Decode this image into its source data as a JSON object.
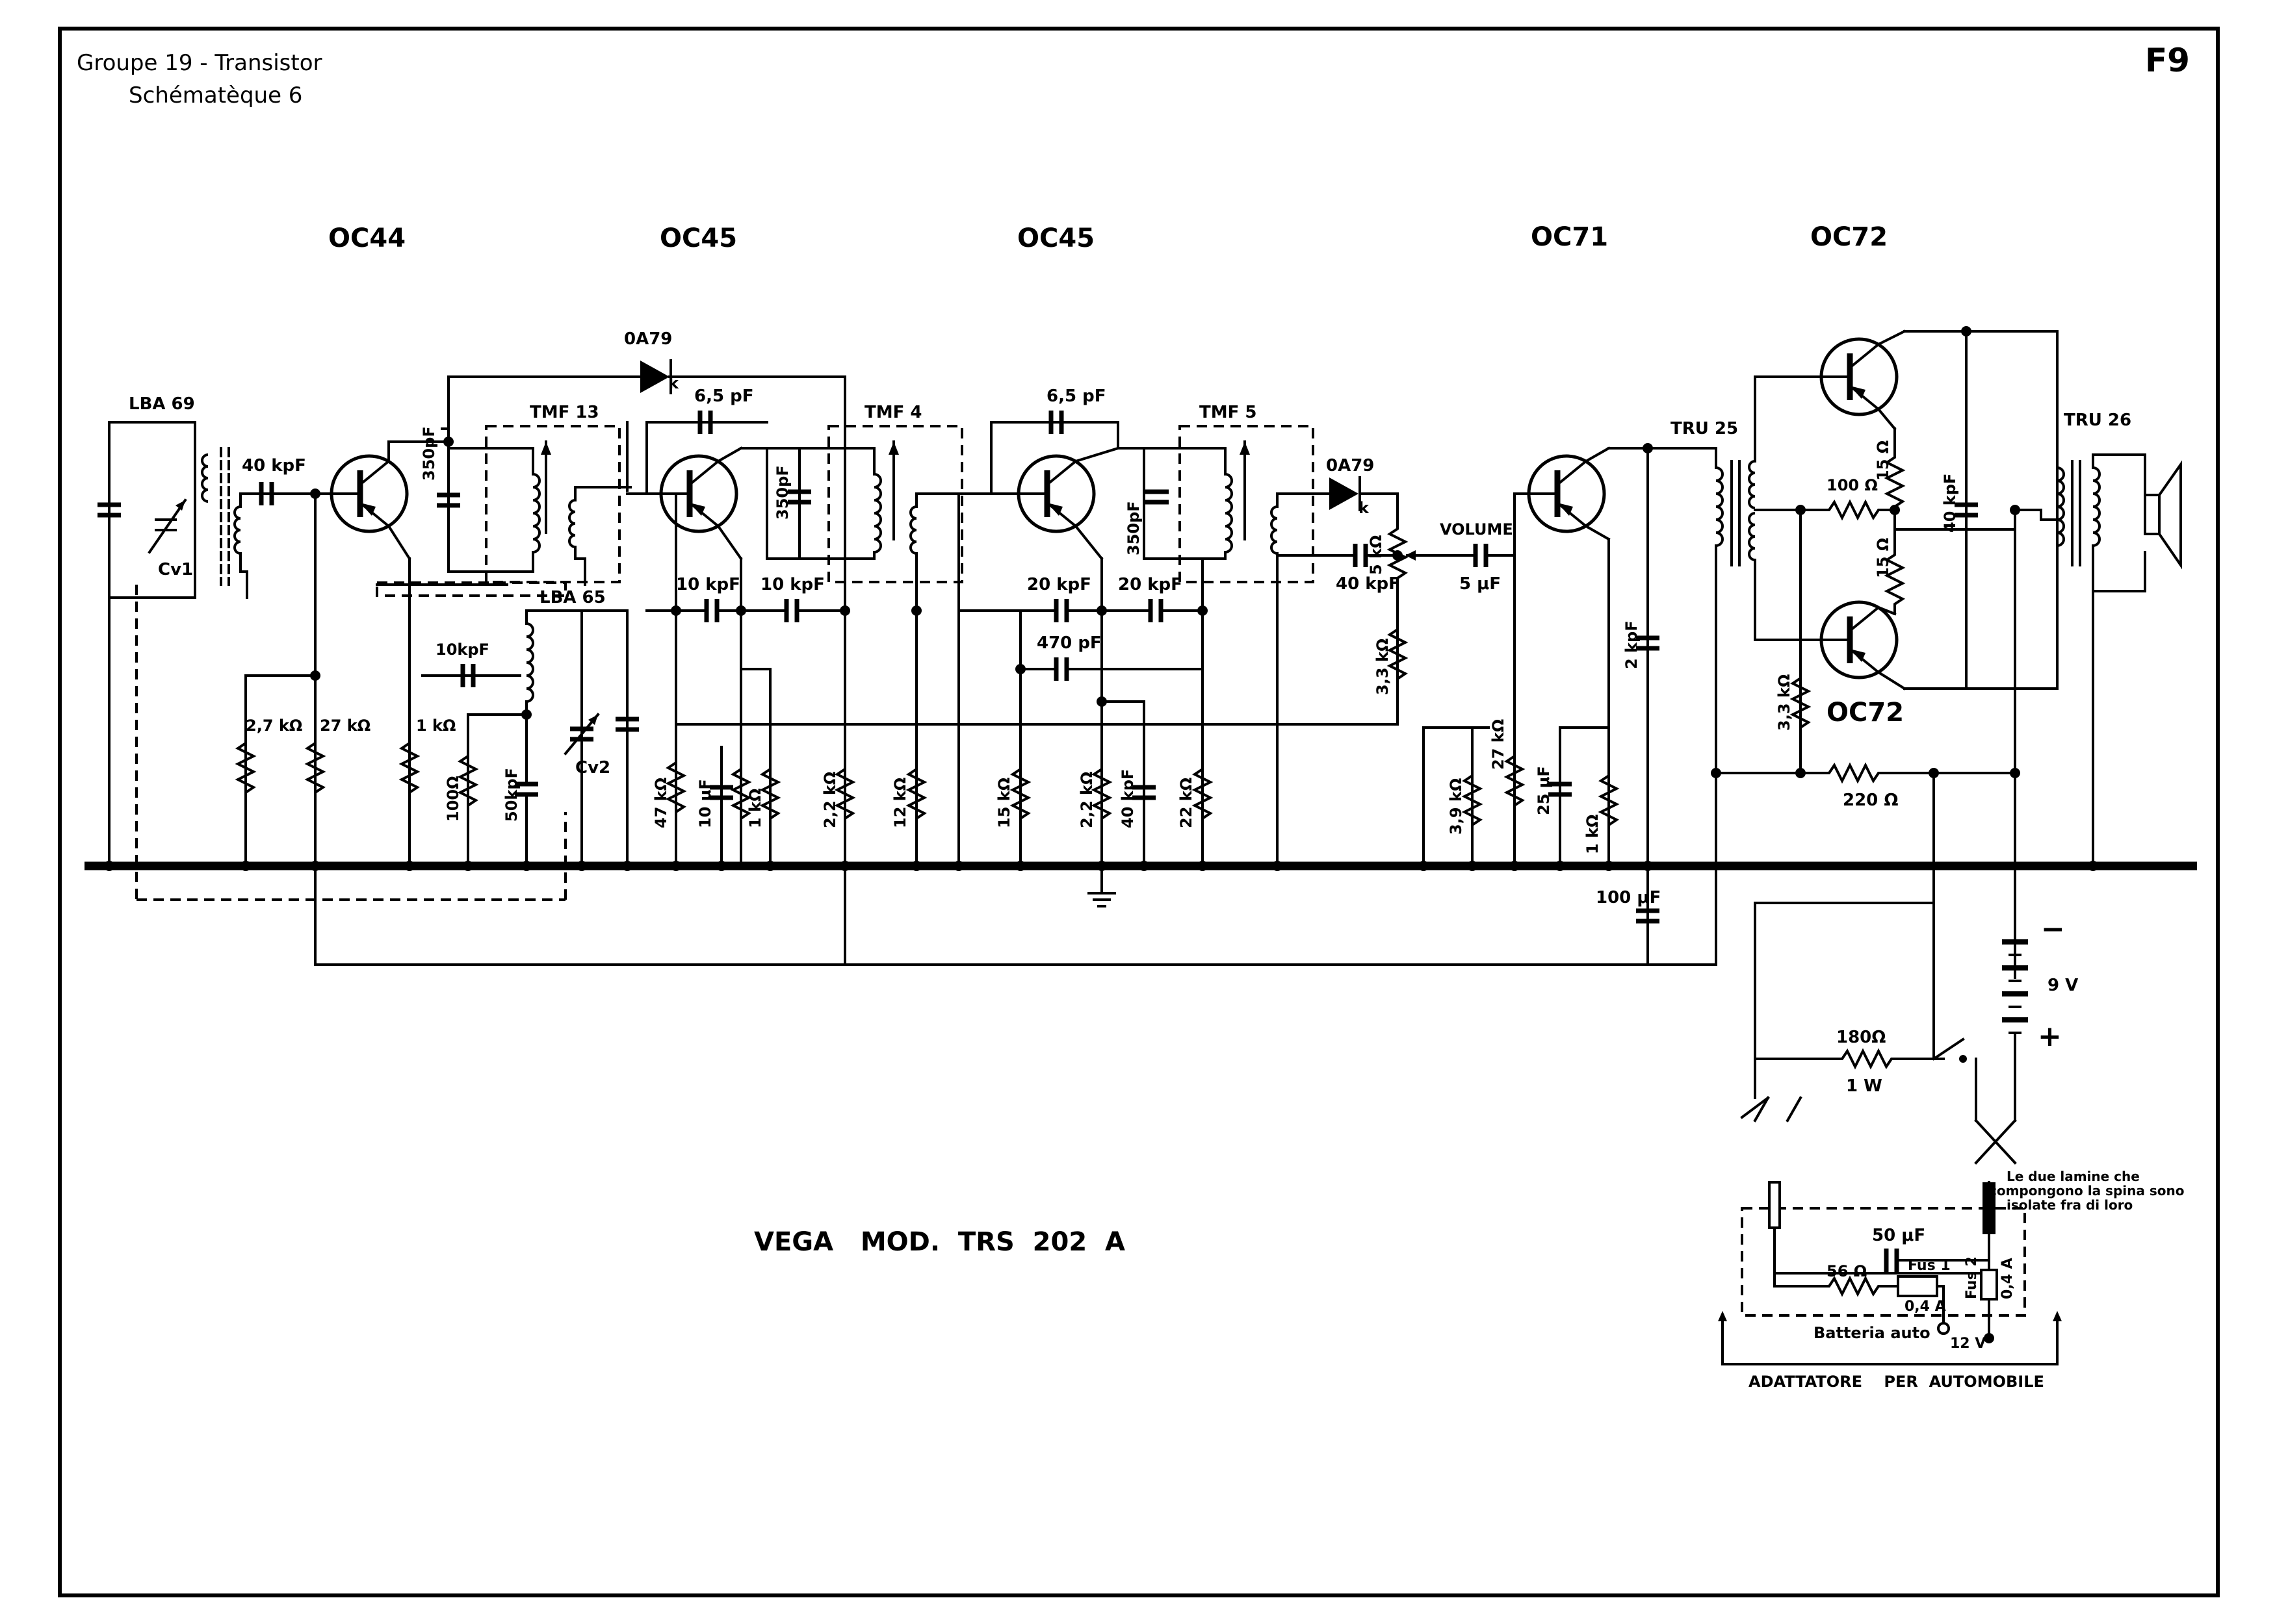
{
  "header": {
    "line1": "Groupe 19 - Transistor",
    "line2": "Schématèque 6",
    "page_code": "F9"
  },
  "title": "VEGA   MOD.  TRS  202  A",
  "transistors": {
    "q1": "OC44",
    "q2": "OC45",
    "q3": "OC45",
    "q4": "OC71",
    "q5": "OC72",
    "q6": "OC72"
  },
  "coils": {
    "lba69": "LBA 69",
    "tmf13": "TMF 13",
    "lba65": "LBA 65",
    "tmf4": "TMF 4",
    "tmf5": "TMF 5",
    "tru25": "TRU 25",
    "tru26": "TRU 26"
  },
  "diodes": {
    "d1": "0A79",
    "d2": "0A79",
    "k": "k"
  },
  "variable_caps": {
    "cv1": "Cv1",
    "cv2": "Cv2"
  },
  "capacitors": {
    "c_40kpf_in": "40 kpF",
    "c_350pf_1": "350pF",
    "c_65pf_1": "6,5 pF",
    "c_350pf_2": "350pF",
    "c_10kpf_1": "10 kpF",
    "c_10kpf_2": "10 kpF",
    "c_10kpf_3": "10kpF",
    "c_50kpf": "50kpF",
    "c_10uf": "10 μF",
    "c_65pf_2": "6,5 pF",
    "c_350pf_3": "350pF",
    "c_20kpf_1": "20 kpF",
    "c_20kpf_2": "20 kpF",
    "c_470pf": "470 pF",
    "c_40kpf_2": "40 kpF",
    "c_40kpf_det": "40 kpF",
    "c_5uf": "5 μF",
    "c_2kpf": "2 kpF",
    "c_25uf": "25 μF",
    "c_100uf": "100 μF",
    "c_40kpf_out": "40 kpF",
    "c_50uf": "50 μF"
  },
  "resistors": {
    "r_27k_a": "2,7 kΩ",
    "r_27k_b": "27 kΩ",
    "r_1k_a": "1 kΩ",
    "r_100": "100Ω",
    "r_47k": "47 kΩ",
    "r_1k_b": "1 kΩ",
    "r_22k_a": "2,2 kΩ",
    "r_12k": "12 kΩ",
    "r_15k": "15 kΩ",
    "r_22k_b": "2,2 kΩ",
    "r_22k_c": "22 kΩ",
    "r_5k": "5 kΩ",
    "volume": "VOLUME",
    "r_33k": "3,3 kΩ",
    "r_39k": "3,9 kΩ",
    "r_27k_c": "27 kΩ",
    "r_1k_c": "1 kΩ",
    "r_100_out": "100 Ω",
    "r_15_a": "15 Ω",
    "r_15_b": "15 Ω",
    "r_33k_out": "3,3 kΩ",
    "r_220": "220 Ω",
    "r_180": "180Ω",
    "r_180_w": "1 W",
    "r_56": "56 Ω"
  },
  "battery": {
    "voltage": "9 V",
    "minus": "−",
    "plus": "+"
  },
  "adapter": {
    "note_line1": "Le due lamine che",
    "note_line2": "compongono la spina sono",
    "note_line3": "isolate fra di loro",
    "fus1": "Fus 1",
    "fus1_rating": "0,4 A",
    "fus2": "Fus 2",
    "fus2_rating": "0,4 A",
    "battery_label": "Batteria auto",
    "battery_voltage": "12 V",
    "caption": "ADATTATORE    PER  AUTOMOBILE"
  }
}
